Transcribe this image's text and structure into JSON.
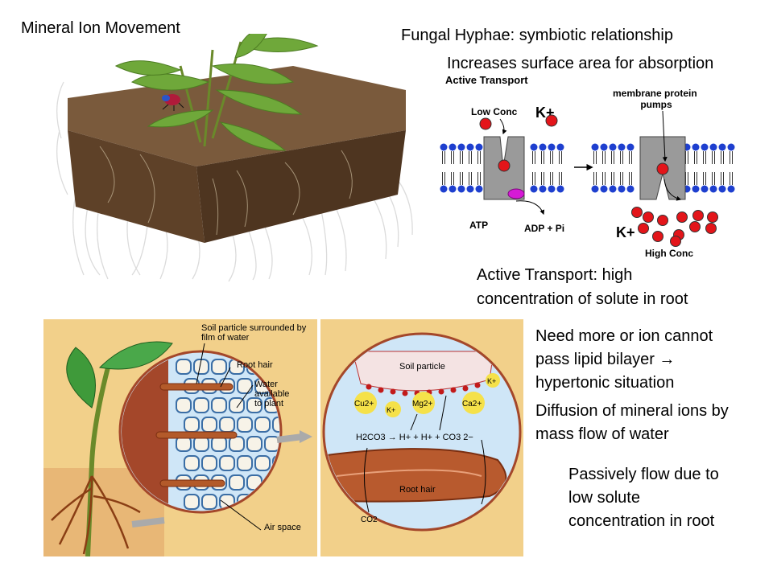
{
  "slide": {
    "title": "Mineral Ion Movement",
    "fungal_heading": "Fungal Hyphae: symbiotic relationship",
    "fungal_note": "Increases surface area for absorption",
    "active_caption_line1": "Active Transport: high",
    "active_caption_line2": "concentration of solute in root",
    "need_line1": "Need more or ion cannot",
    "need_line2": "pass lipid bilayer →",
    "need_line3": "hypertonic situation",
    "diffusion_line1": "Diffusion of mineral ions by",
    "diffusion_line2": "mass flow of water",
    "passive_line1": "Passively flow due to",
    "passive_line2": "low solute",
    "passive_line3": "concentration in root"
  },
  "active_transport_diagram": {
    "title": "Active Transport",
    "low_conc": "Low Conc",
    "ion_label": "K+",
    "membrane_label_1": "membrane protein",
    "membrane_label_2": "pumps",
    "atp": "ATP",
    "adp": "ADP + Pi",
    "high_conc": "High Conc"
  },
  "root_diagram": {
    "label_soil_particle_1": "Soil particle surrounded by",
    "label_soil_particle_2": "film of water",
    "label_root_hair": "Root hair",
    "label_water_1": "Water",
    "label_water_2": "available",
    "label_water_3": "to plant",
    "label_air_space": "Air space"
  },
  "ion_exchange_diagram": {
    "soil_particle": "Soil particle",
    "root_hair": "Root hair",
    "ions": [
      "K+",
      "Cu2+",
      "K+",
      "Mg2+",
      "Ca2+"
    ],
    "equation": "H2CO3 → H+ + H+ + CO3 2−",
    "co2": "CO2"
  },
  "colors": {
    "ion_red": "#e3151a",
    "membrane_blue": "#1e3fcf",
    "pump_grey": "#9a9a9a",
    "atp_magenta": "#d61ad6",
    "soil_brown": "#6b4a2c",
    "panel_tan": "#f2d08a",
    "water_blue": "#cfe6f7",
    "root_brown": "#b35a2a"
  }
}
